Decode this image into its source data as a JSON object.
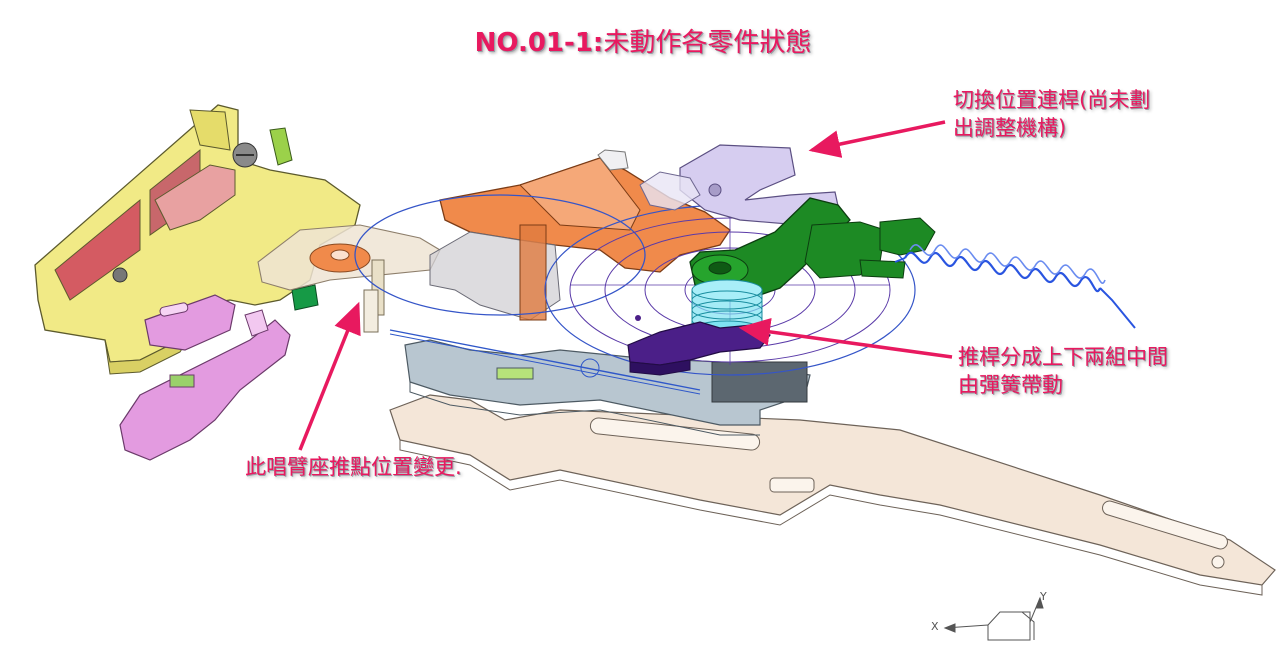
{
  "title": {
    "bold": "NO.01-1:",
    "rest": "未動作各零件狀態"
  },
  "annotations": {
    "link_rod": [
      "切換位置連桿(尚未劃",
      "出調整機構)"
    ],
    "push_rod": [
      "推桿分成上下兩組中間",
      "由彈簧帶動"
    ],
    "arm_seat": [
      "此唱臂座推點位置變更."
    ]
  },
  "axes": {
    "x": "X",
    "y": "Y"
  },
  "colors": {
    "annotation": "#e8195f",
    "yellow_part": "#f1ea86",
    "orange_part": "#f08a4b",
    "green_part": "#1d8a24",
    "purple_part": "#4b1f88",
    "lavender_part": "#d6cdf0",
    "pink_part": "#e39be0",
    "gray_part": "#b8c6d0",
    "base_plate": "#f4e6d8",
    "spring": "#2a55e0"
  }
}
